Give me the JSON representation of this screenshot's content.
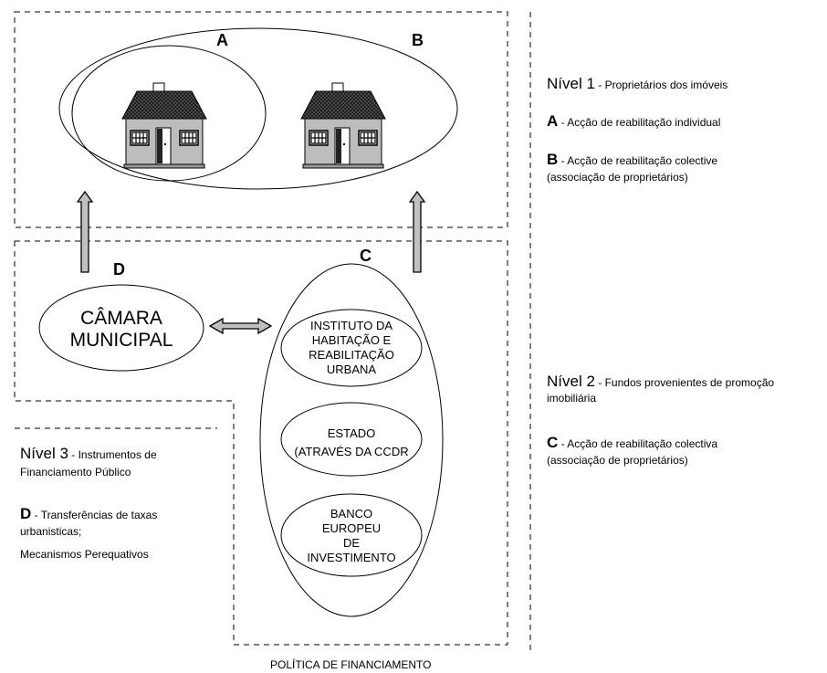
{
  "labels": {
    "a": "A",
    "b": "B",
    "c": "C",
    "d": "D"
  },
  "camara": {
    "line1": "CÂMARA",
    "line2": "MUNICIPAL"
  },
  "inner": {
    "ihru": [
      "INSTITUTO DA",
      "HABITAÇÃO E",
      "REABILITAÇÃO",
      "URBANA"
    ],
    "estado": [
      "ESTADO",
      "(ATRAVÉS DA CCDR"
    ],
    "bei": [
      "BANCO",
      "EUROPEU",
      "DE",
      "INVESTIMENTO"
    ]
  },
  "nivel1": {
    "title": "Nível 1",
    "desc": " - Proprietários dos imóveis",
    "a_key": "A",
    "a_text": " - Acção de reabilitação individual",
    "b_key": "B",
    "b_text1": " - Acção de reabilitação colective",
    "b_text2": "(associação de proprietários)"
  },
  "nivel2": {
    "title": "Nível 2",
    "desc1": " - Fundos provenientes de promoção",
    "desc2": "imobiliária",
    "c_key": "C",
    "c_text1": " - Acção de reabilitação colectiva",
    "c_text2": "(associação de proprietários)"
  },
  "nivel3": {
    "title": "Nível 3",
    "desc1": " - Instrumentos de",
    "desc2": "Financiamento Público",
    "d_key": "D",
    "d_text1": " - Transferências de taxas",
    "d_text2": "urbanisticas;",
    "d_text3": "Mecanismos Perequativos"
  },
  "footer": "POLÍTICA DE FINANCIAMENTO",
  "colors": {
    "house_wall": "#bdbdbd",
    "roof": "#333333",
    "arrow_fill": "#c0c0c0"
  },
  "icons": [
    "house-icon",
    "up-arrow-icon",
    "double-arrow-icon"
  ]
}
